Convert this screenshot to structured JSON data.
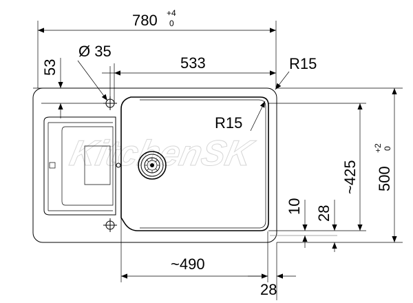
{
  "dimensions": {
    "overall_width": {
      "value": "780",
      "tol_plus": "+4",
      "tol_minus": "0"
    },
    "overall_depth": {
      "value": "500",
      "tol_plus": "+2",
      "tol_minus": "0"
    },
    "tap_hole_offset": "53",
    "tap_hole_diameter": "Ø 35",
    "bowl_width": "533",
    "outer_corner_radius": "R15",
    "inner_corner_radius": "R15",
    "bowl_depth": "~425",
    "bottom_offset_a": "10",
    "bottom_offset_b": "28",
    "bowl_inner_width": "~490",
    "right_offset": "28"
  },
  "watermark": "KitchenSK"
}
